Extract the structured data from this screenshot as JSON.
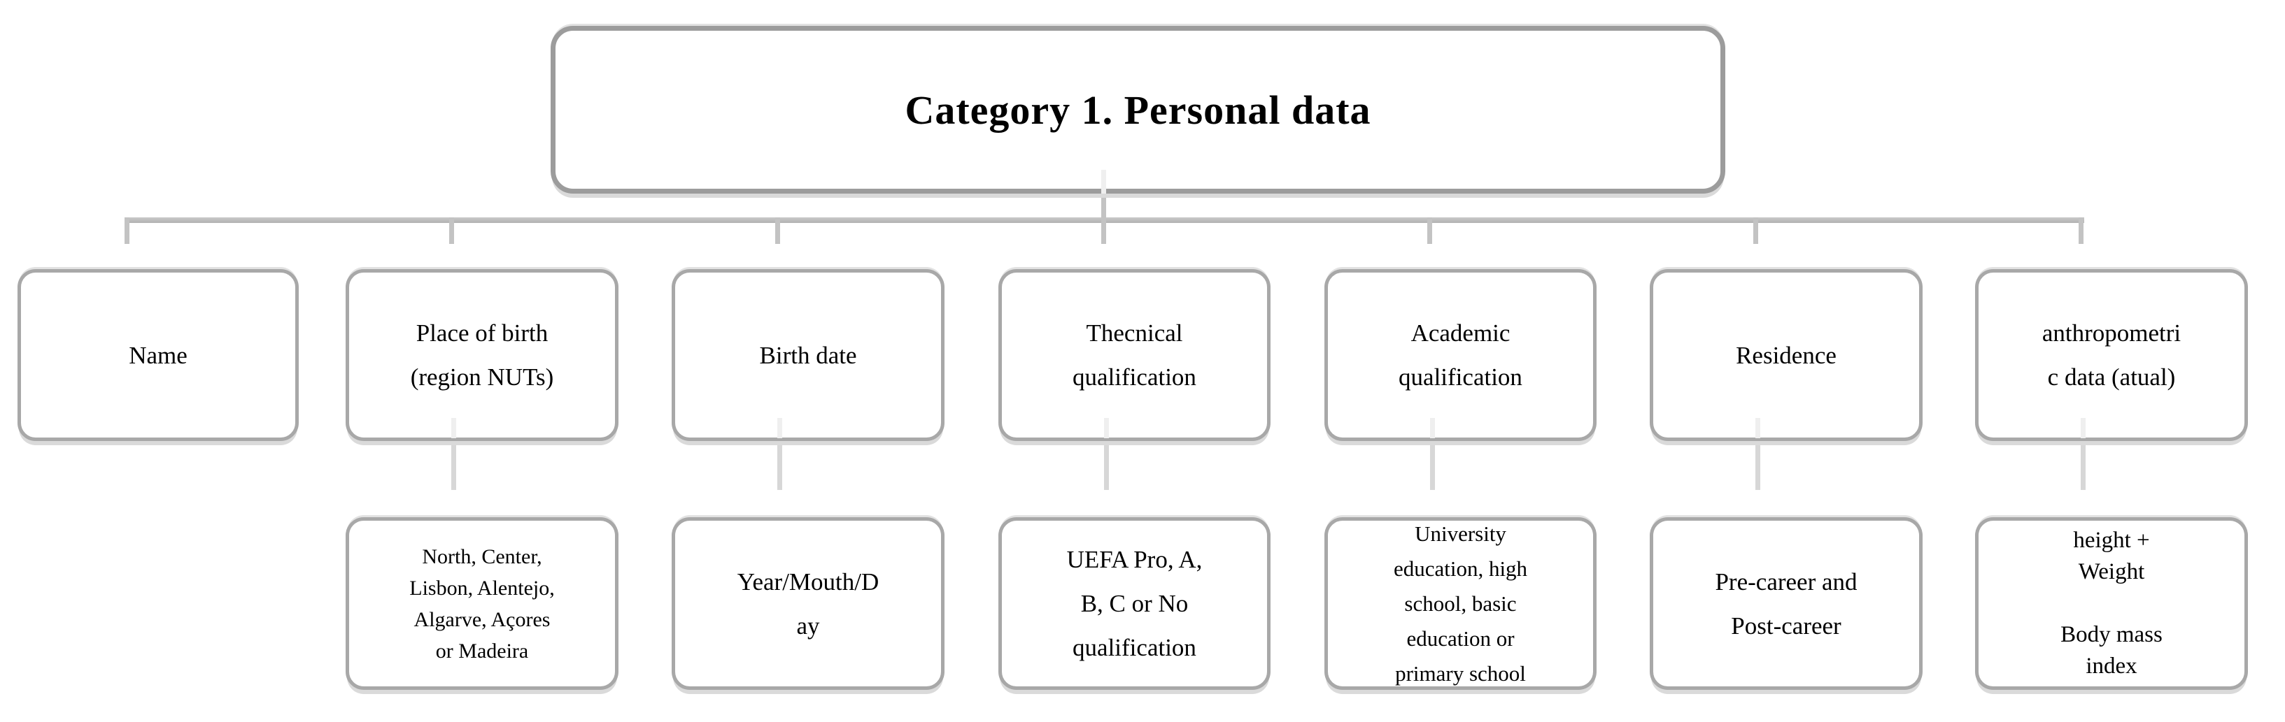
{
  "diagram": {
    "title": "Category 1. Personal data",
    "columns": [
      {
        "label": "Name",
        "sub": null
      },
      {
        "label": "Place of birth\n(region NUTs)",
        "sub": "North, Center,\nLisbon, Alentejo,\nAlgarve, Açores\nor Madeira"
      },
      {
        "label": "Birth date",
        "sub": "Year/Mouth/D\nay"
      },
      {
        "label": "Thecnical\nqualification",
        "sub": "UEFA Pro, A,\nB, C or No\nqualification"
      },
      {
        "label": "Academic\nqualification",
        "sub": "University\neducation, high\nschool, basic\neducation or\nprimary school"
      },
      {
        "label": "Residence",
        "sub": "Pre-career and\nPost-career"
      },
      {
        "label": "anthropometri\nc data (atual)",
        "sub": "height +\nWeight\n\nBody mass\nindex"
      }
    ],
    "colors": {
      "background": "#ffffff",
      "box_border": "#a8a8a8",
      "title_border": "#9c9c9c",
      "connector": "#bdbdbd",
      "shadow": "#dadada",
      "text": "#000000"
    }
  }
}
